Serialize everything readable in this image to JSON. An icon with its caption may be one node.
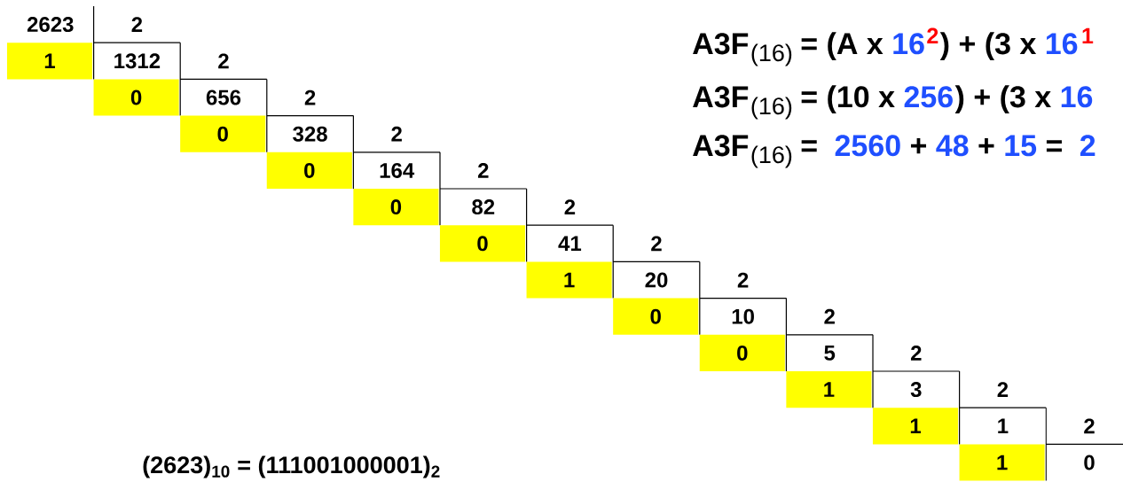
{
  "diagram": {
    "nodes": [
      {
        "text": [
          "1"
        ]
      },
      {
        "text": [
          "0"
        ]
      },
      {
        "text": [
          "0"
        ]
      },
      {
        "text": [
          "0"
        ]
      },
      {
        "text": [
          "0"
        ]
      },
      {
        "text": [
          "0"
        ]
      },
      {
        "text": [
          "1"
        ]
      },
      {
        "text": [
          "0"
        ]
      },
      {
        "text": [
          "0"
        ]
      },
      {
        "text": [
          "1"
        ]
      },
      {
        "text": [
          "1"
        ]
      },
      {
        "text": [
          "1"
        ]
      }
    ],
    "labels": [
      "2623",
      "2",
      "1312",
      "2",
      "656",
      "2",
      "328",
      "2",
      "164",
      "2",
      "82",
      "2",
      "41",
      "2",
      "20",
      "2",
      "10",
      "2",
      "5",
      "2",
      "3",
      "2",
      "1",
      "2",
      "0",
      "A3F",
      "(16)",
      "= (A x",
      "16",
      "2",
      ") + (3 x",
      "16",
      "1",
      "A3F",
      "(16)",
      "= (10 x",
      "256",
      ") + (3 x",
      "16",
      "A3F",
      "(16)",
      "=",
      "2560",
      "+",
      "48",
      "+",
      "15",
      "=",
      "2",
      "(2623)$_{10}$ = (111001000001)$_{2}$"
    ]
  }
}
